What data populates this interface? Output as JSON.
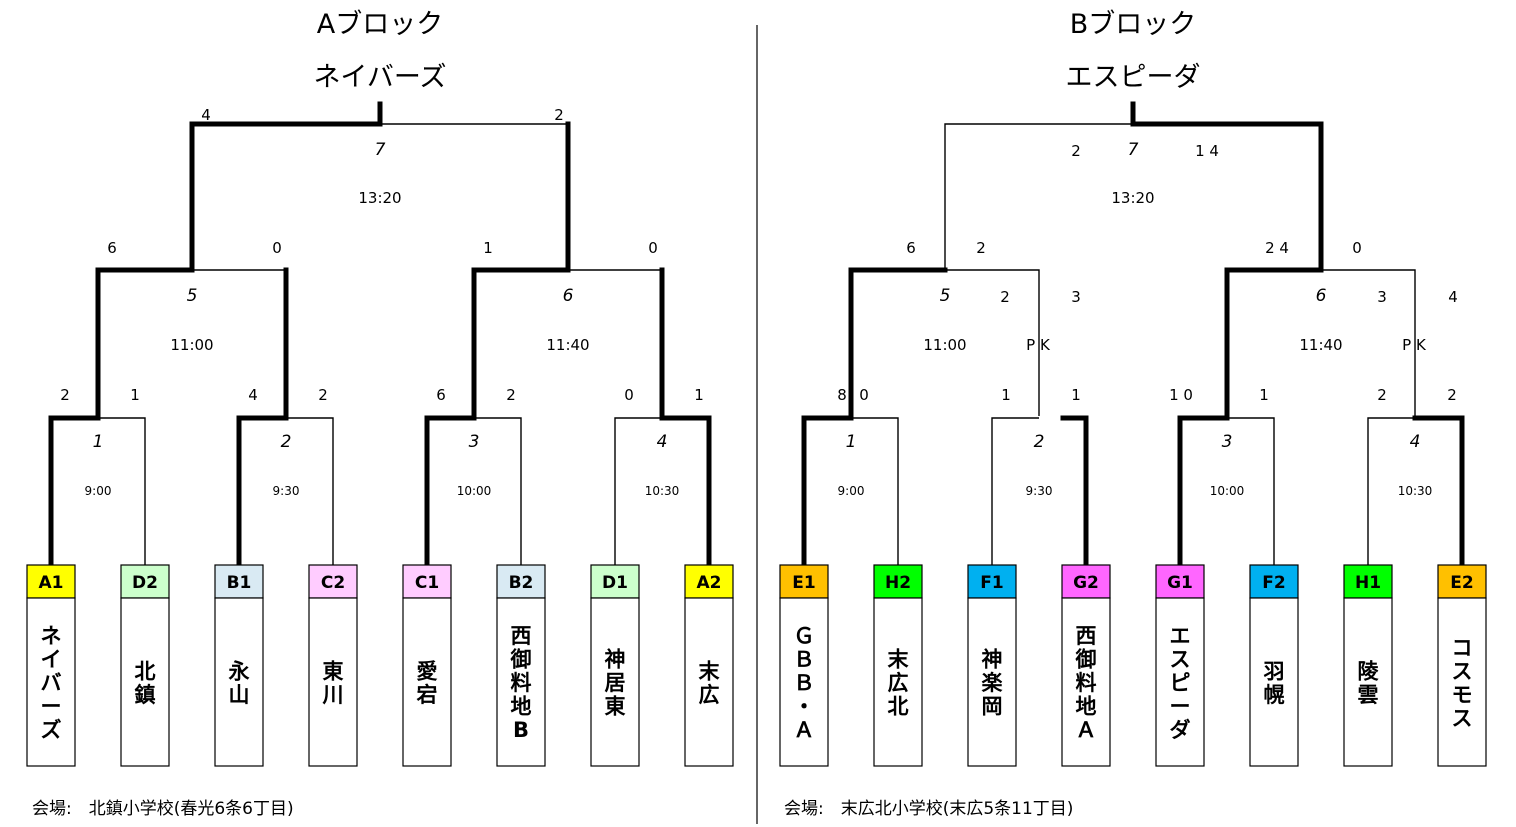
{
  "colors": {
    "yellow": "#ffff00",
    "light_green": "#ccffcc",
    "light_blue": "#d9eaf3",
    "light_pink": "#ffccff",
    "orange": "#ffc000",
    "green": "#00ff00",
    "blue": "#00b0f0",
    "magenta": "#ff66ff"
  },
  "blocks": [
    {
      "title": "Aブロック",
      "winner": "ネイバーズ",
      "venue": "会場:　北鎮小学校(春光6条6丁目)",
      "teams": [
        {
          "seed": "A1",
          "name": "ネイバーズ",
          "color": "#ffff00"
        },
        {
          "seed": "D2",
          "name": "北鎮",
          "color": "#ccffcc"
        },
        {
          "seed": "B1",
          "name": "永山",
          "color": "#d9eaf3"
        },
        {
          "seed": "C2",
          "name": "東川",
          "color": "#ffccff"
        },
        {
          "seed": "C1",
          "name": "愛宕",
          "color": "#ffccff"
        },
        {
          "seed": "B2",
          "name": "西御料地B",
          "color": "#d9eaf3"
        },
        {
          "seed": "D1",
          "name": "神居東",
          "color": "#ccffcc"
        },
        {
          "seed": "A2",
          "name": "末広",
          "color": "#ffff00"
        }
      ],
      "r1": [
        {
          "num": "1",
          "time": "9:00",
          "s1": "2",
          "s2": "1"
        },
        {
          "num": "2",
          "time": "9:30",
          "s1": "4",
          "s2": "2"
        },
        {
          "num": "3",
          "time": "10:00",
          "s1": "6",
          "s2": "2"
        },
        {
          "num": "4",
          "time": "10:30",
          "s1": "0",
          "s2": "1"
        }
      ],
      "semi": [
        {
          "num": "5",
          "time": "11:00",
          "s1": "6",
          "s2": "0"
        },
        {
          "num": "6",
          "time": "11:40",
          "s1": "1",
          "s2": "0"
        }
      ],
      "final": {
        "num": "7",
        "time": "13:20",
        "s1": "4",
        "s2": "2"
      }
    },
    {
      "title": "Bブロック",
      "winner": "エスピーダ",
      "venue": "会場:　末広北小学校(末広5条11丁目)",
      "teams": [
        {
          "seed": "E1",
          "name": "ＧＢＢ・Ａ",
          "color": "#ffc000"
        },
        {
          "seed": "H2",
          "name": "末広北",
          "color": "#00ff00"
        },
        {
          "seed": "F1",
          "name": "神楽岡",
          "color": "#00b0f0"
        },
        {
          "seed": "G2",
          "name": "西御料地Ａ",
          "color": "#ff66ff"
        },
        {
          "seed": "G1",
          "name": "エスピーダ",
          "color": "#ff66ff"
        },
        {
          "seed": "F2",
          "name": "羽幌",
          "color": "#00b0f0"
        },
        {
          "seed": "H1",
          "name": "陵雲",
          "color": "#00ff00"
        },
        {
          "seed": "E2",
          "name": "コスモス",
          "color": "#ffc000"
        }
      ],
      "r1": [
        {
          "num": "1",
          "time": "9:00",
          "s1": "8",
          "s2": "0"
        },
        {
          "num": "2",
          "time": "9:30",
          "s1": "1",
          "s2": "1"
        },
        {
          "num": "3",
          "time": "10:00",
          "s1": "1 0",
          "s2": "1"
        },
        {
          "num": "4",
          "time": "10:30",
          "s1": "2",
          "s2": "2"
        }
      ],
      "semi": [
        {
          "num": "5",
          "time": "11:00",
          "s1": "6",
          "s2": "2"
        },
        {
          "num": "6",
          "time": "11:40",
          "s1": "2 4",
          "s2": "0"
        }
      ],
      "final": {
        "num": "7",
        "time": "13:20",
        "s1": "2",
        "s2": "1 4"
      },
      "pk": [
        {
          "label": "P K",
          "s1": "2",
          "s2": "3"
        },
        {
          "label": "P K",
          "s1": "3",
          "s2": "4"
        }
      ]
    }
  ]
}
